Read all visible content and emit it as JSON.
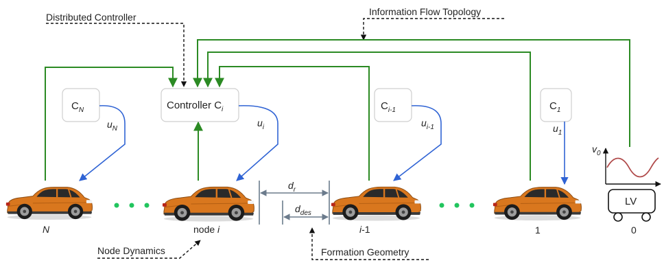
{
  "annotations": {
    "distributed_controller": "Distributed Controller",
    "information_flow_topology": "Information Flow Topology",
    "node_dynamics": "Node Dynamics",
    "formation_geometry": "Formation Geometry"
  },
  "controllers": {
    "cN": {
      "base": "C",
      "sub": "N"
    },
    "ci": {
      "base": "Controller C",
      "sub": "i"
    },
    "ci_minus_1": {
      "base": "C",
      "sub": "i-1"
    },
    "c1": {
      "base": "C",
      "sub": "1"
    }
  },
  "inputs": {
    "uN": {
      "base": "u",
      "sub": "N"
    },
    "ui": {
      "base": "u",
      "sub": "i"
    },
    "ui_minus_1": {
      "base": "u",
      "sub": "i-1"
    },
    "u1": {
      "base": "u",
      "sub": "1"
    }
  },
  "spacing": {
    "dr": {
      "base": "d",
      "sub": "r"
    },
    "ddes": {
      "base": "d",
      "sub": "des"
    }
  },
  "vehicles": {
    "N": "N",
    "i": {
      "prefix": "node ",
      "italic": "i"
    },
    "i_minus_1": {
      "italic": "i",
      "suffix": "-1"
    },
    "one": "1",
    "zero": "0"
  },
  "leader": {
    "label": "LV",
    "velocity": {
      "base": "v",
      "sub": "0"
    }
  },
  "colors": {
    "car_body": "#d9771e",
    "info_flow": "#2b8a23",
    "control_input": "#2f63d4",
    "dots": "#22c55e",
    "leader_signal": "#b04a4a"
  }
}
